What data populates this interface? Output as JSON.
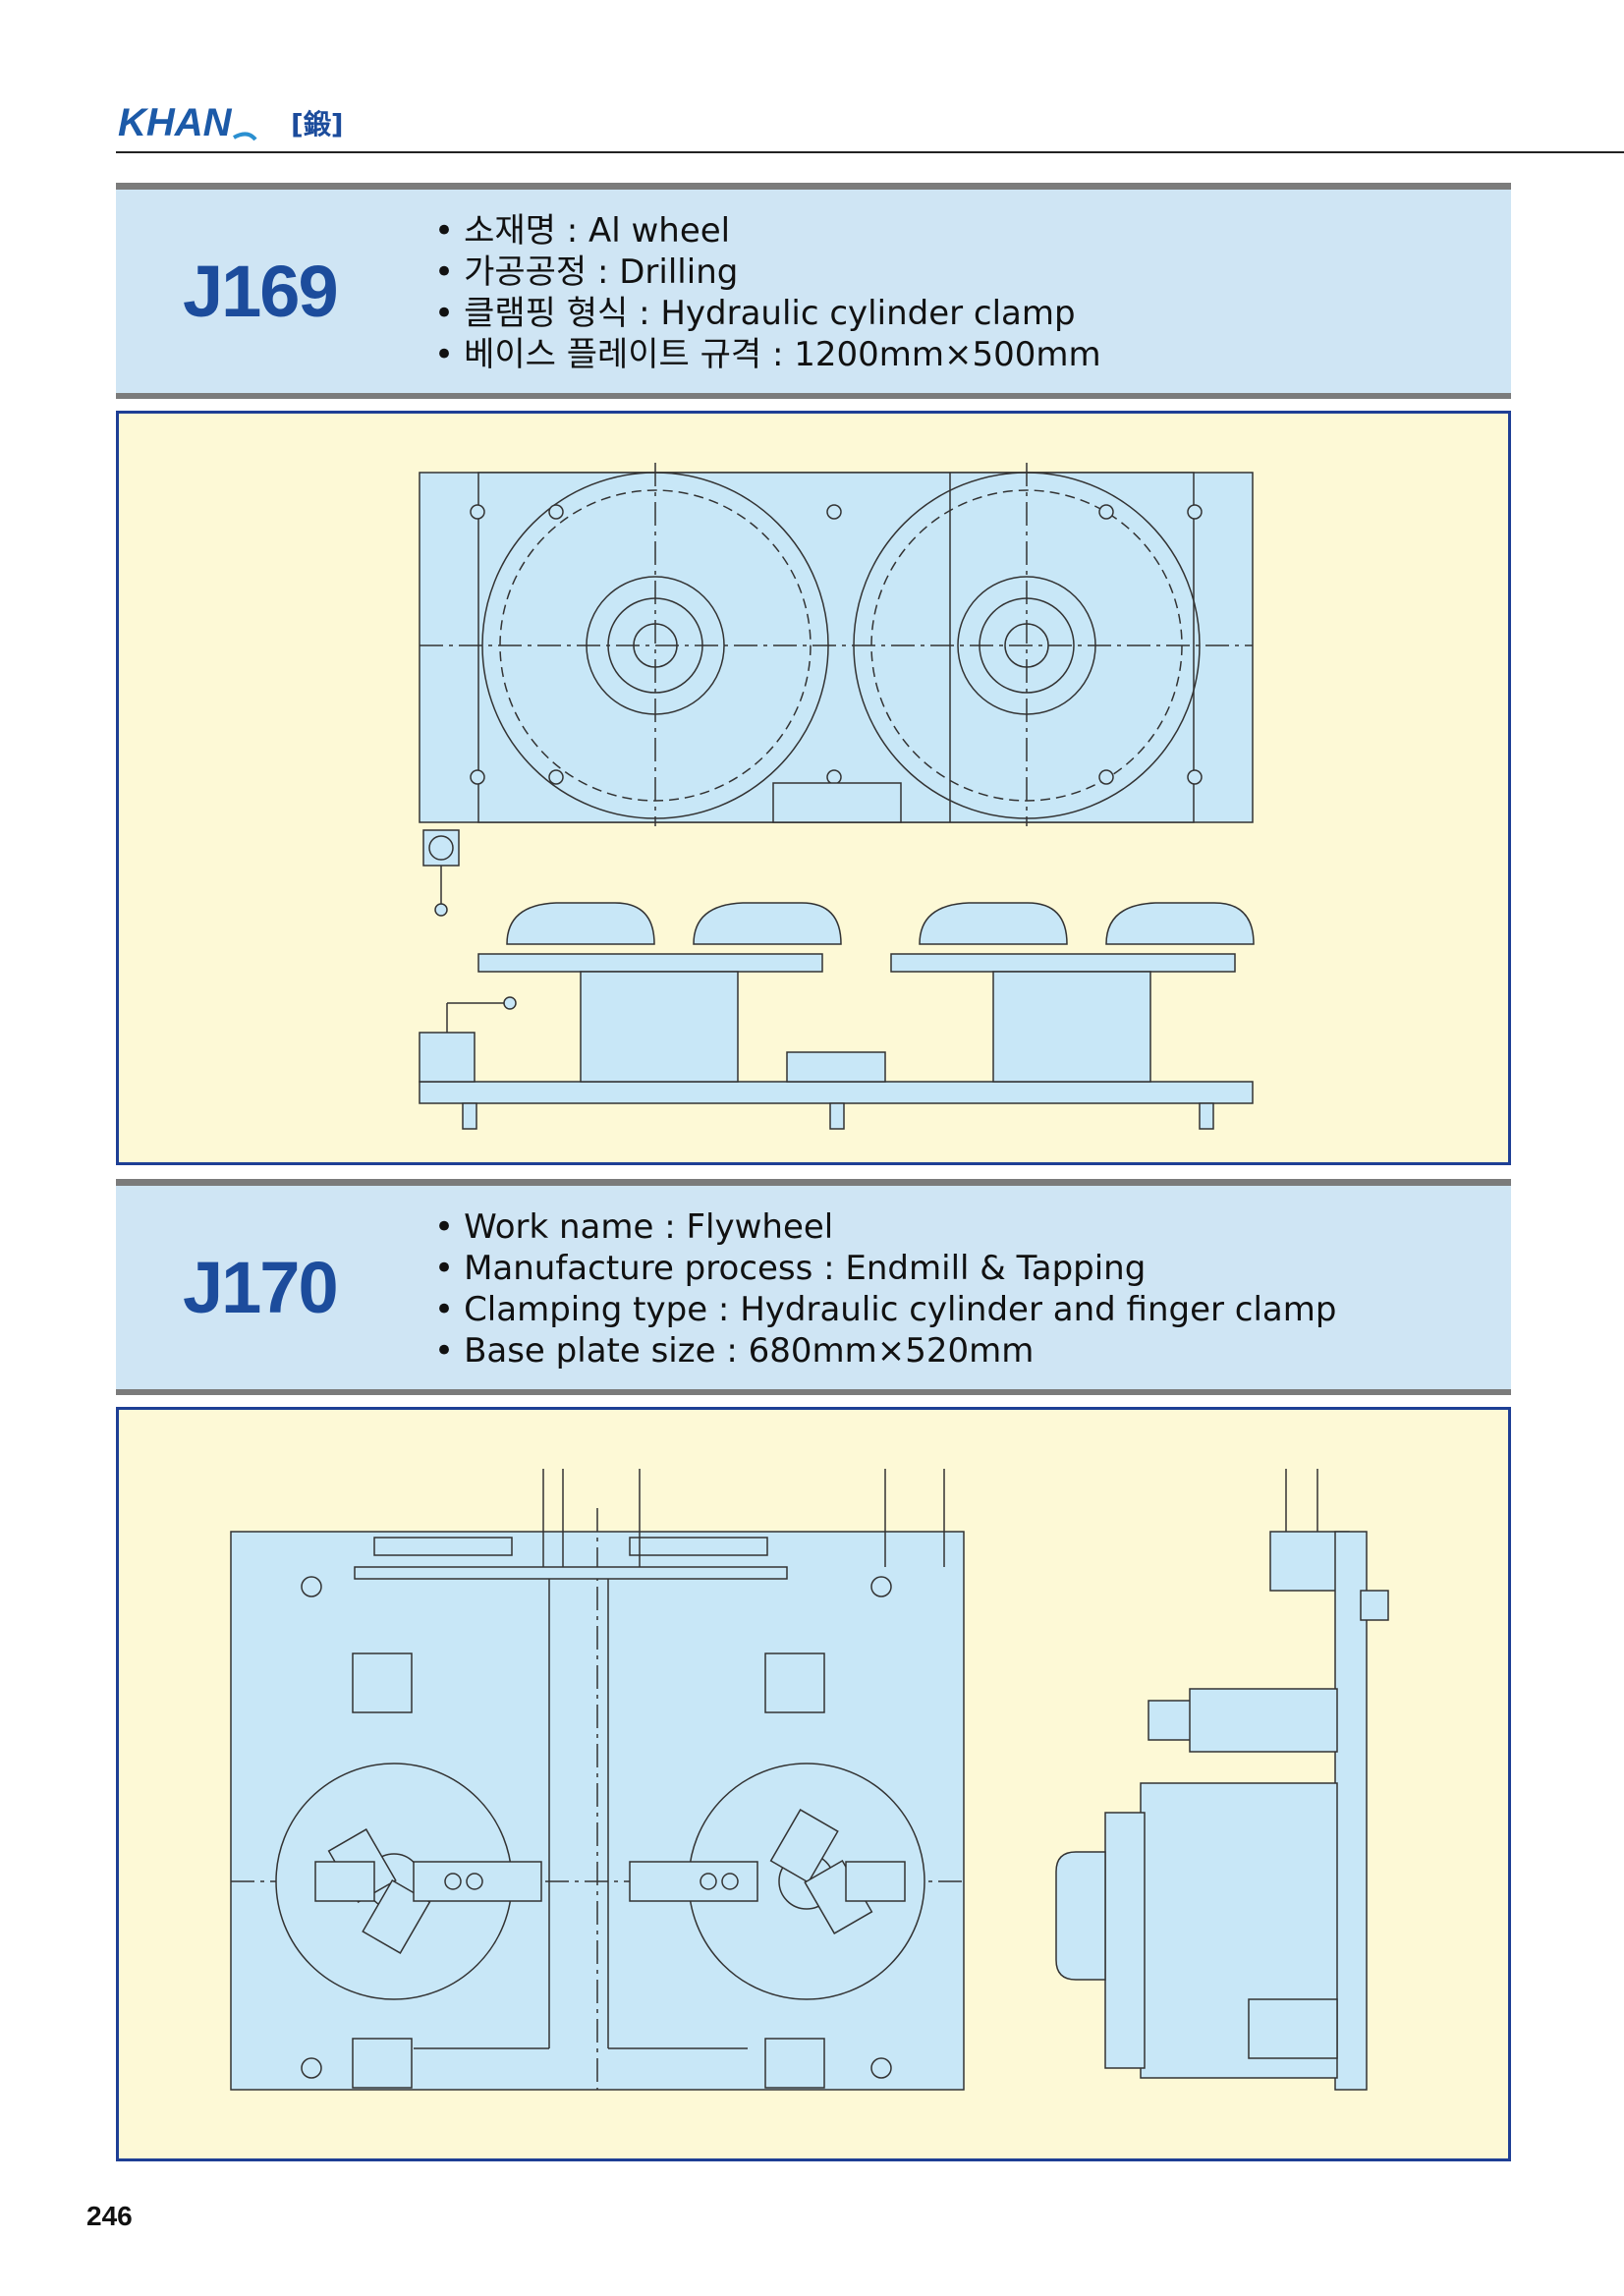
{
  "header": {
    "brand": "KHAN",
    "brand_mark": "[鍛]"
  },
  "products": [
    {
      "code": "J169",
      "specs": [
        "소재명 : Al wheel",
        "가공공정 : Drilling",
        "클램핑 형식 : Hydraulic cylinder clamp",
        "베이스 플레이트 규격 : 1200mm×500mm"
      ]
    },
    {
      "code": "J170",
      "specs": [
        "Work name : Flywheel",
        "Manufacture process : Endmill & Tapping",
        "Clamping type : Hydraulic cylinder and finger clamp",
        "Base plate size : 680mm×520mm"
      ]
    }
  ],
  "page_number": "246",
  "colors": {
    "band": "#cfe5f4",
    "panel": "#fdf9d6",
    "drawing_fill": "#c8e7f7",
    "accent": "#1c4c9c"
  }
}
